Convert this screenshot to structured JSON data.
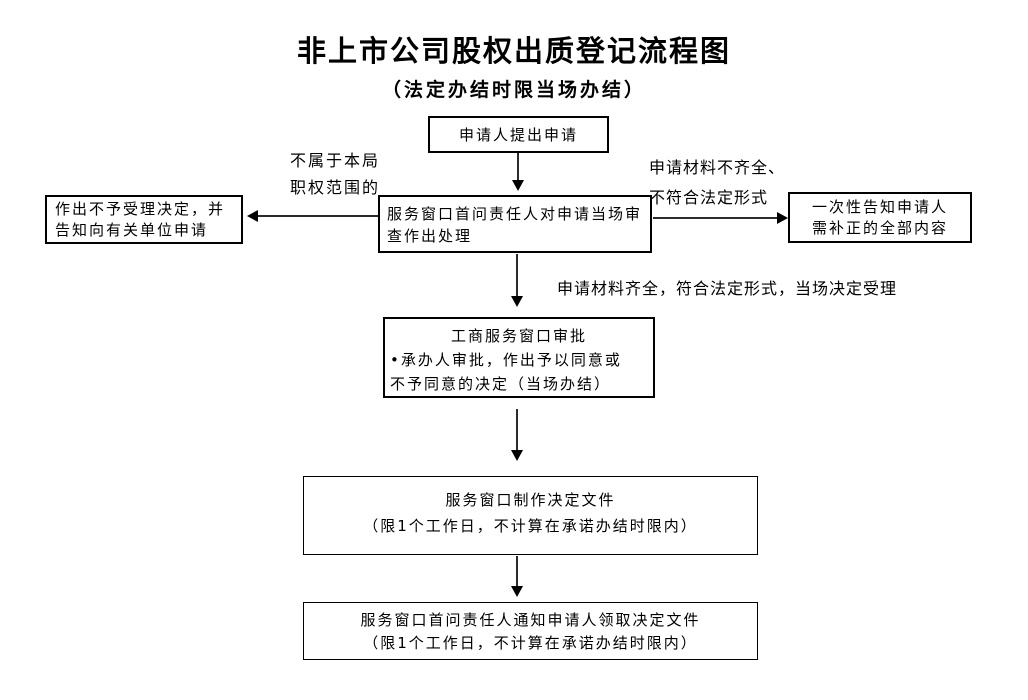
{
  "header": {
    "title": "非上市公司股权出质登记流程图",
    "subtitle": "（法定办结时限当场办结）"
  },
  "flow": {
    "apply": {
      "label": "申请人提出申请"
    },
    "review": {
      "label": "服务窗口首问责任人对申请当场审查作出处理"
    },
    "reject": {
      "lines": [
        "作出不予受理决定，并",
        "告知向有关单位申请"
      ]
    },
    "notify_correction": {
      "lines": [
        "一次性告知申请人",
        "需补正的全部内容"
      ]
    },
    "approval": {
      "title": "工商服务窗口审批",
      "lines": [
        "•承办人审批，作出予以同意或",
        "不予同意的决定（当场办结）"
      ]
    },
    "make_document": {
      "lines": [
        "服务窗口制作决定文件",
        "（限1个工作日，不计算在承诺办结时限内）"
      ]
    },
    "notify_pickup": {
      "lines": [
        "服务窗口首问责任人通知申请人领取决定文件",
        "（限1个工作日，不计算在承诺办结时限内）"
      ]
    }
  },
  "labels": {
    "out_of_scope": {
      "lines": [
        "不属于本局",
        "职权范围的"
      ]
    },
    "incomplete": {
      "lines": [
        "申请材料不齐全、",
        "不符合法定形式"
      ]
    },
    "complete": "申请材料齐全，符合法定形式，当场决定受理"
  },
  "colors": {
    "ink": "#000000",
    "background": "#ffffff",
    "arrow_line": "#2b2b2b"
  }
}
